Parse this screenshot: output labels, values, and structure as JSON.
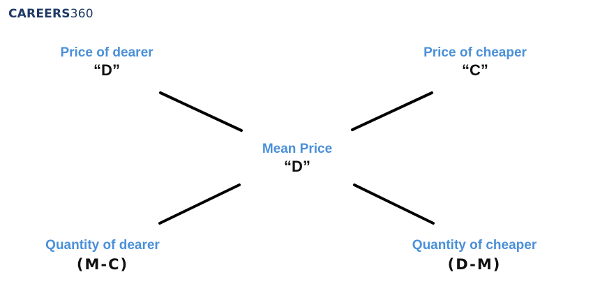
{
  "logo": {
    "bold": "CAREERS",
    "light": "360"
  },
  "colors": {
    "accent": "#4a90d9",
    "logo": "#1f3a66",
    "text": "#111111",
    "line": "#000000"
  },
  "nodes": {
    "top_left": {
      "label": "Price of dearer",
      "value": "“D”"
    },
    "top_right": {
      "label": "Price of cheaper",
      "value": "“C”"
    },
    "center": {
      "label": "Mean Price",
      "value": "“D”"
    },
    "bottom_left": {
      "label": "Quantity of dearer",
      "value": "(M-C)"
    },
    "bottom_right": {
      "label": "Quantity of cheaper",
      "value": "(D-M)"
    }
  }
}
